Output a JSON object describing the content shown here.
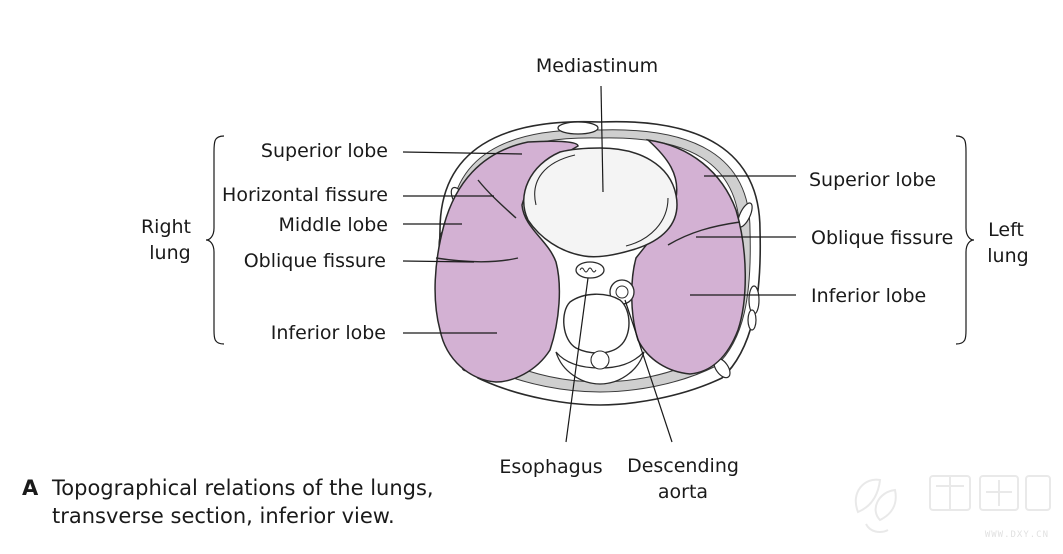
{
  "labels": {
    "mediastinum": "Mediastinum",
    "right_group_1": "Right",
    "right_group_2": "lung",
    "left_group_1": "Left",
    "left_group_2": "lung",
    "r_superior_lobe": "Superior lobe",
    "r_horizontal_fissure": "Horizontal fissure",
    "r_middle_lobe": "Middle lobe",
    "r_oblique_fissure": "Oblique fissure",
    "r_inferior_lobe": "Inferior lobe",
    "l_superior_lobe": "Superior lobe",
    "l_oblique_fissure": "Oblique fissure",
    "l_inferior_lobe": "Inferior lobe",
    "esophagus": "Esophagus",
    "aorta_1": "Descending",
    "aorta_2": "aorta"
  },
  "caption": {
    "letter": "A",
    "line1": "Topographical relations of the lungs,",
    "line2": "transverse section, inferior view."
  },
  "watermark": {
    "url": "WWW.DXY.CN"
  },
  "colors": {
    "lung_fill": "#d3b1d3",
    "outline": "#2a2a2a",
    "muscle_band": "#c8c8c8",
    "background": "#ffffff"
  }
}
